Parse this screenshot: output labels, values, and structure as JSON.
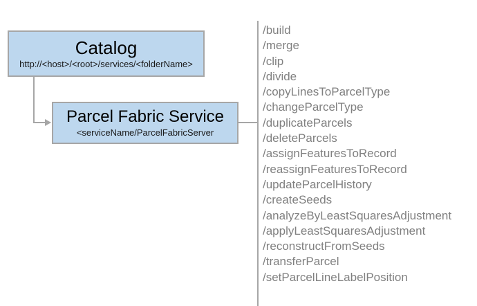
{
  "diagram": {
    "nodes": [
      {
        "title": "Catalog",
        "subtitle": "http://<host>/<root>/services/<folderName>"
      },
      {
        "title": "Parcel Fabric Service",
        "subtitle": "<serviceName/ParcelFabricServer"
      }
    ],
    "operations": [
      "/build",
      "/merge",
      "/clip",
      "/divide",
      "/copyLinesToParcelType",
      "/changeParcelType",
      "/duplicateParcels",
      "/deleteParcels",
      "/assignFeaturesToRecord",
      "/reassignFeaturesToRecord",
      "/updateParcelHistory",
      "/createSeeds",
      "/analyzeByLeastSquaresAdjustment",
      "/applyLeastSquaresAdjustment",
      "/reconstructFromSeeds",
      "/transferParcel",
      "/setParcelLineLabelPosition"
    ],
    "colors": {
      "node_fill": "#bdd7ee",
      "node_border": "#a6a6a6",
      "connector": "#a6a6a6",
      "operation_text": "#808080",
      "background": "#ffffff"
    }
  }
}
